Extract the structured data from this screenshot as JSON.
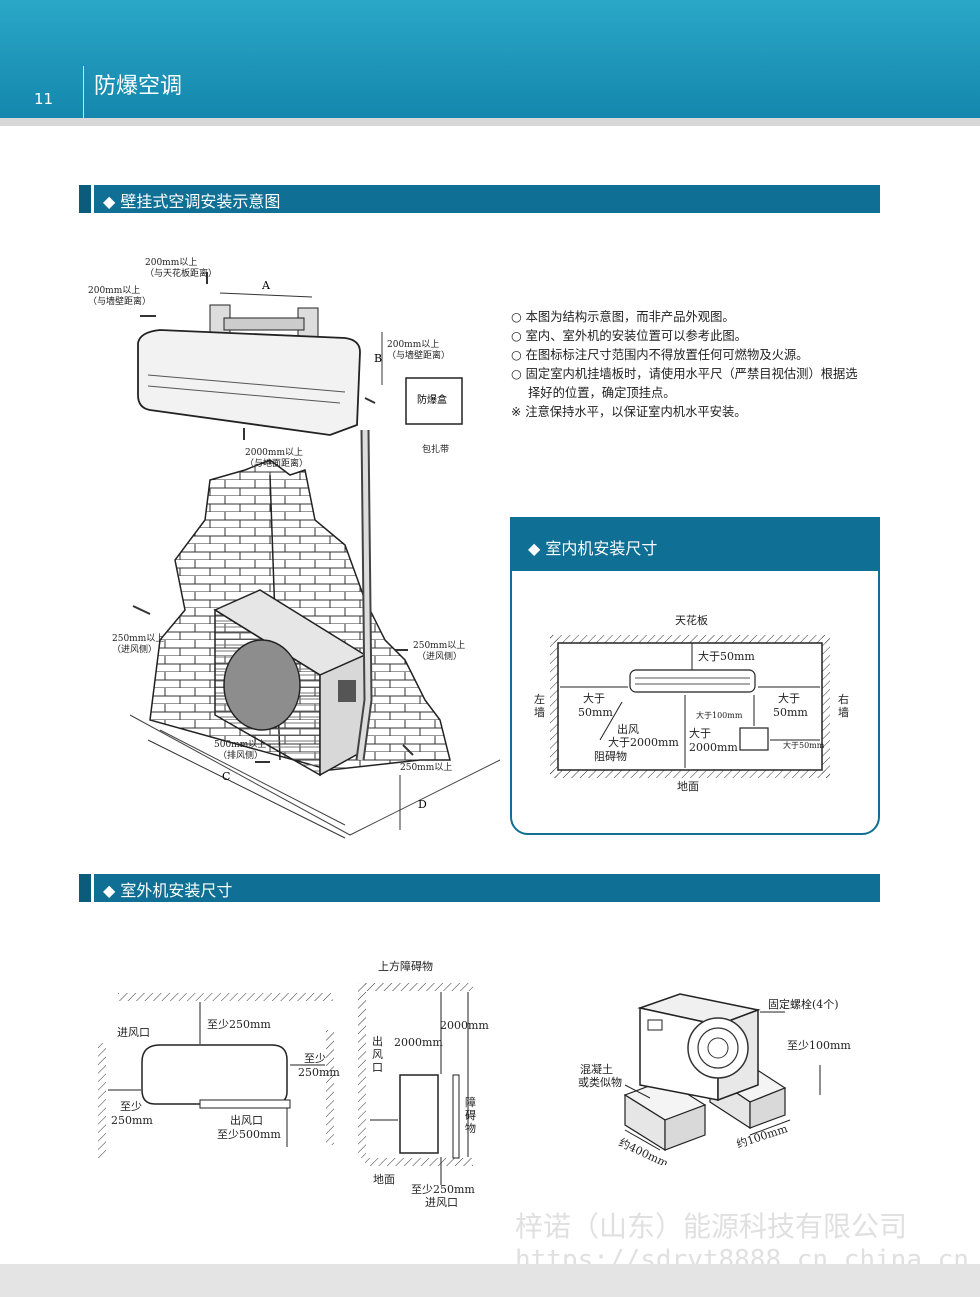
{
  "header": {
    "page_number": "11",
    "title": "防爆空调"
  },
  "sections": {
    "wall_diagram": "◆ 壁挂式空调安装示意图",
    "indoor_size": "◆ 室内机安装尺寸",
    "outdoor_size": "◆ 室外机安装尺寸"
  },
  "notes": [
    "○ 本图为结构示意图，而非产品外观图。",
    "○ 室内、室外机的安装位置可以参考此图。",
    "○ 在图标标注尺寸范围内不得放置任何可燃物及火源。",
    "○ 固定室内机挂墙板时，请使用水平尺（严禁目视估测）根据选",
    "择好的位置，确定顶挂点。",
    "※ 注意保持水平，以保证室内机水平安装。"
  ],
  "install_diagram": {
    "ceiling_clearance": "200mm以上",
    "ceiling_clearance_note": "（与天花板距离）",
    "wall_clearance": "200mm以上",
    "wall_clearance_note": "（与墙壁距离）",
    "right_clearance": "200mm以上",
    "right_clearance_note": "（与墙壁距离）",
    "dim_a": "A",
    "dim_b": "B",
    "dim_c": "C",
    "dim_d": "D",
    "explosion_box": "防爆盒",
    "wrap_tape": "包扎带",
    "floor_clearance": "2000mm以上",
    "floor_clearance_note": "（与地面距离）",
    "intake_left": "250mm以上",
    "intake_left_note": "（进风侧）",
    "intake_right": "250mm以上",
    "intake_right_note": "（进风侧）",
    "exhaust": "500mm以上",
    "exhaust_note": "（排风侧）",
    "bottom_right": "250mm以上"
  },
  "indoor_diagram": {
    "ceiling": "天花板",
    "floor": "地面",
    "left_wall": "左\n墙",
    "right_wall": "右\n墙",
    "top_gap": "大于50mm",
    "left_gap_1": "大于",
    "left_gap_2": "50mm",
    "right_gap_1": "大于",
    "right_gap_2": "50mm",
    "outlet": "出风",
    "outlet_gap": "大于2000mm",
    "obstacle": "阻碍物",
    "floor_gap_1": "大于",
    "floor_gap_2": "2000mm",
    "box_gap_top": "大于100mm",
    "box_gap_right": "大于50mm"
  },
  "outdoor_top_view": {
    "intake": "进风口",
    "top": "至少250mm",
    "right_1": "至少",
    "right_2": "250mm",
    "left_1": "至少",
    "left_2": "250mm",
    "outlet_1": "出风口",
    "outlet_2": "至少500mm"
  },
  "outdoor_side_view": {
    "top_obstacle": "上方障碍物",
    "outlet_v": "出\n风\n口",
    "gap_1": "2000mm",
    "gap_2": "2000mm",
    "obstacle_v": "障\n碍\n物",
    "floor": "地面",
    "bottom_1": "至少250mm",
    "bottom_2": "进风口"
  },
  "outdoor_3d": {
    "bolt": "固定螺栓(4个)",
    "height": "至少100mm",
    "concrete_1": "混凝土",
    "concrete_2": "或类似物",
    "len_1": "约400mm",
    "len_2": "约100mm"
  },
  "watermark": {
    "company": "梓诺（山东）能源科技有限公司",
    "url": "https://sdryt8888.cn.china.cn"
  }
}
